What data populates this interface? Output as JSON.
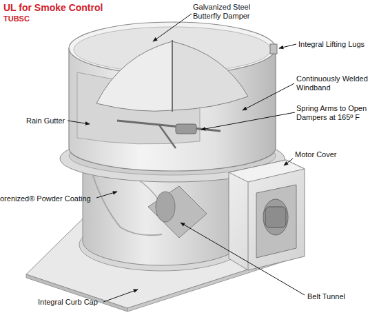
{
  "diagram": {
    "title": "UL for Smoke Control",
    "labels": [
      "TUBSC",
      "Galvanized Steel Butterfly Damper",
      "Integral Lifting Lugs",
      "Continuously Welded Windband",
      "Rain Gutter",
      "Spring Arms to Open Dampers at 165º F",
      "Motor Cover",
      "orenized® Powder Coating",
      "Belt Tunnel",
      "Integral Curb Cap"
    ]
  }
}
